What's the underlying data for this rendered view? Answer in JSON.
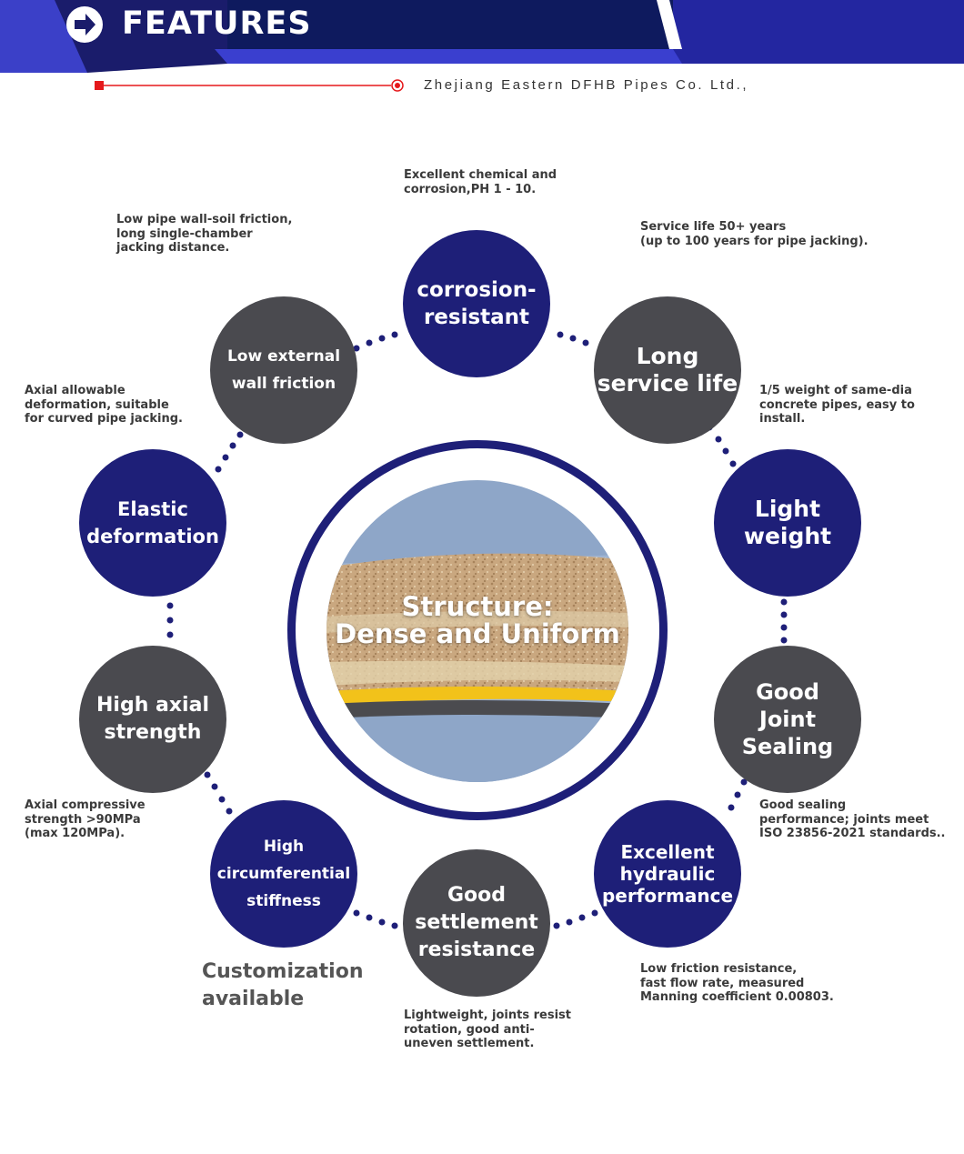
{
  "header": {
    "title": "FEATURES",
    "company": "Zhejiang Eastern DFHB Pipes Co. Ltd.,"
  },
  "colors": {
    "navy": "#1e1f78",
    "gray": "#4a4a4f",
    "banner_blue": "#2326a0",
    "accent_red": "#e5191c"
  },
  "center": {
    "title": "Structure:\nDense and Uniform"
  },
  "features": [
    {
      "label": "corrosion-\nresistant",
      "desc": "Excellent chemical and\ncorrosion,PH 1 - 10."
    },
    {
      "label": "Long\nservice life",
      "desc": "Service life 50+ years\n(up to 100 years for pipe jacking)."
    },
    {
      "label": "Light\nweight",
      "desc": "1/5 weight of same-dia\nconcrete pipes, easy to\ninstall."
    },
    {
      "label": "Good\nJoint\nSealing",
      "desc": "Good sealing\nperformance; joints meet\nISO 23856-2021 standards.."
    },
    {
      "label": "Excellent\nhydraulic\nperformance",
      "desc": "Low friction resistance,\nfast flow rate, measured\nManning coefficient 0.00803."
    },
    {
      "label": "Good\nsettlement\nresistance",
      "desc": "Lightweight, joints resist\nrotation, good anti-\nuneven settlement."
    },
    {
      "label": "High\ncircumferential\nstiffness",
      "desc": "Customization\navailable"
    },
    {
      "label": "High axial\nstrength",
      "desc": "Axial compressive\nstrength >90MPa\n(max 120MPa)."
    },
    {
      "label": "Elastic\ndeformation",
      "desc": "Axial allowable\ndeformation, suitable\nfor curved pipe jacking."
    },
    {
      "label": "Low external\nwall friction",
      "desc": "Low pipe wall-soil friction,\nlong single-chamber\njacking distance."
    }
  ]
}
